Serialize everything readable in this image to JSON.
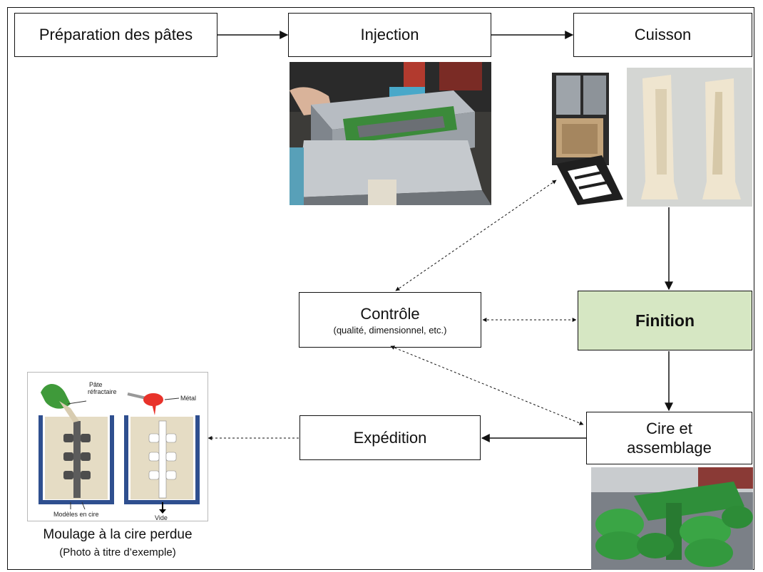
{
  "steps": {
    "preparation": "Préparation des pâtes",
    "injection": "Injection",
    "cuisson": "Cuisson",
    "controle": "Contrôle",
    "controle_detail": "(qualité, dimensionnel, etc.)",
    "finition": "Finition",
    "cire_line1": "Cire et",
    "cire_line2": "assemblage",
    "expedition": "Expédition"
  },
  "illustration": {
    "label_pate_1": "Pâte",
    "label_pate_2": "réfractaire",
    "label_metal": "Métal",
    "label_modeles": "Modèles en cire",
    "label_vide": "Vide"
  },
  "caption": {
    "title": "Moulage à la cire perdue",
    "subtitle": "(Photo à titre d’exemple)"
  },
  "colors": {
    "finition_fill": "#d6e7c3",
    "wax_green": "#3f9a3a",
    "mold_blue": "#2f4f8f",
    "metal_red": "#e8322a"
  }
}
